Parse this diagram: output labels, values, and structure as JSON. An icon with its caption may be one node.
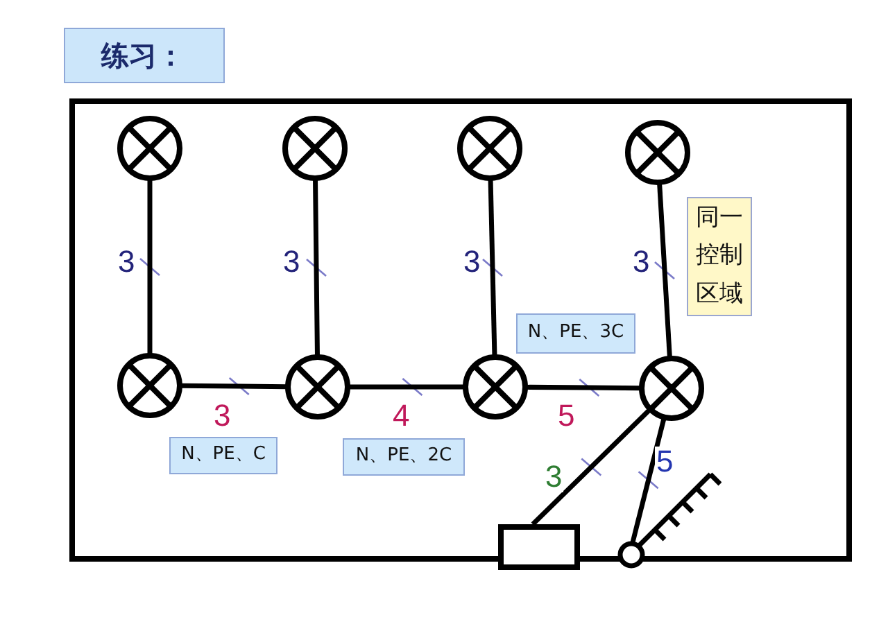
{
  "diagram": {
    "title": "练习：",
    "nodes": [
      {
        "text": [],
        "shape": "circle"
      },
      {
        "text": [],
        "shape": "circle"
      },
      {
        "text": [],
        "shape": "circle"
      },
      {
        "text": [],
        "shape": "circle"
      },
      {
        "text": [
          "同一控制区域"
        ]
      },
      {
        "text": [
          "N、PE、3C"
        ]
      },
      {
        "text": [],
        "shape": "circle"
      },
      {
        "text": [],
        "shape": "circle"
      },
      {
        "text": [],
        "shape": "circle"
      },
      {
        "text": [],
        "shape": "circle"
      },
      {
        "text": [
          "N、PE、C"
        ]
      },
      {
        "text": [
          "N、PE、2C"
        ]
      },
      {
        "text": [],
        "shape": "box"
      },
      {
        "text": [],
        "shape": "picture"
      }
    ],
    "edges": [
      {
        "from": 0,
        "to": 6,
        "arrow": "none",
        "label": "3"
      },
      {
        "from": 1,
        "to": 7,
        "arrow": "none",
        "label": "3"
      },
      {
        "from": 2,
        "to": 8,
        "arrow": "none",
        "label": "3"
      },
      {
        "from": 3,
        "to": 9,
        "arrow": "none",
        "label": "3"
      },
      {
        "from": 6,
        "to": 7,
        "arrow": "none",
        "label": "3"
      },
      {
        "from": 7,
        "to": 8,
        "arrow": "none",
        "label": "4"
      },
      {
        "from": 8,
        "to": 9,
        "arrow": "none",
        "label": "5"
      },
      {
        "from": 9,
        "to": 12,
        "arrow": "none",
        "label": "3"
      },
      {
        "from": 9,
        "to": 13,
        "arrow": "none",
        "label": "5"
      }
    ]
  }
}
